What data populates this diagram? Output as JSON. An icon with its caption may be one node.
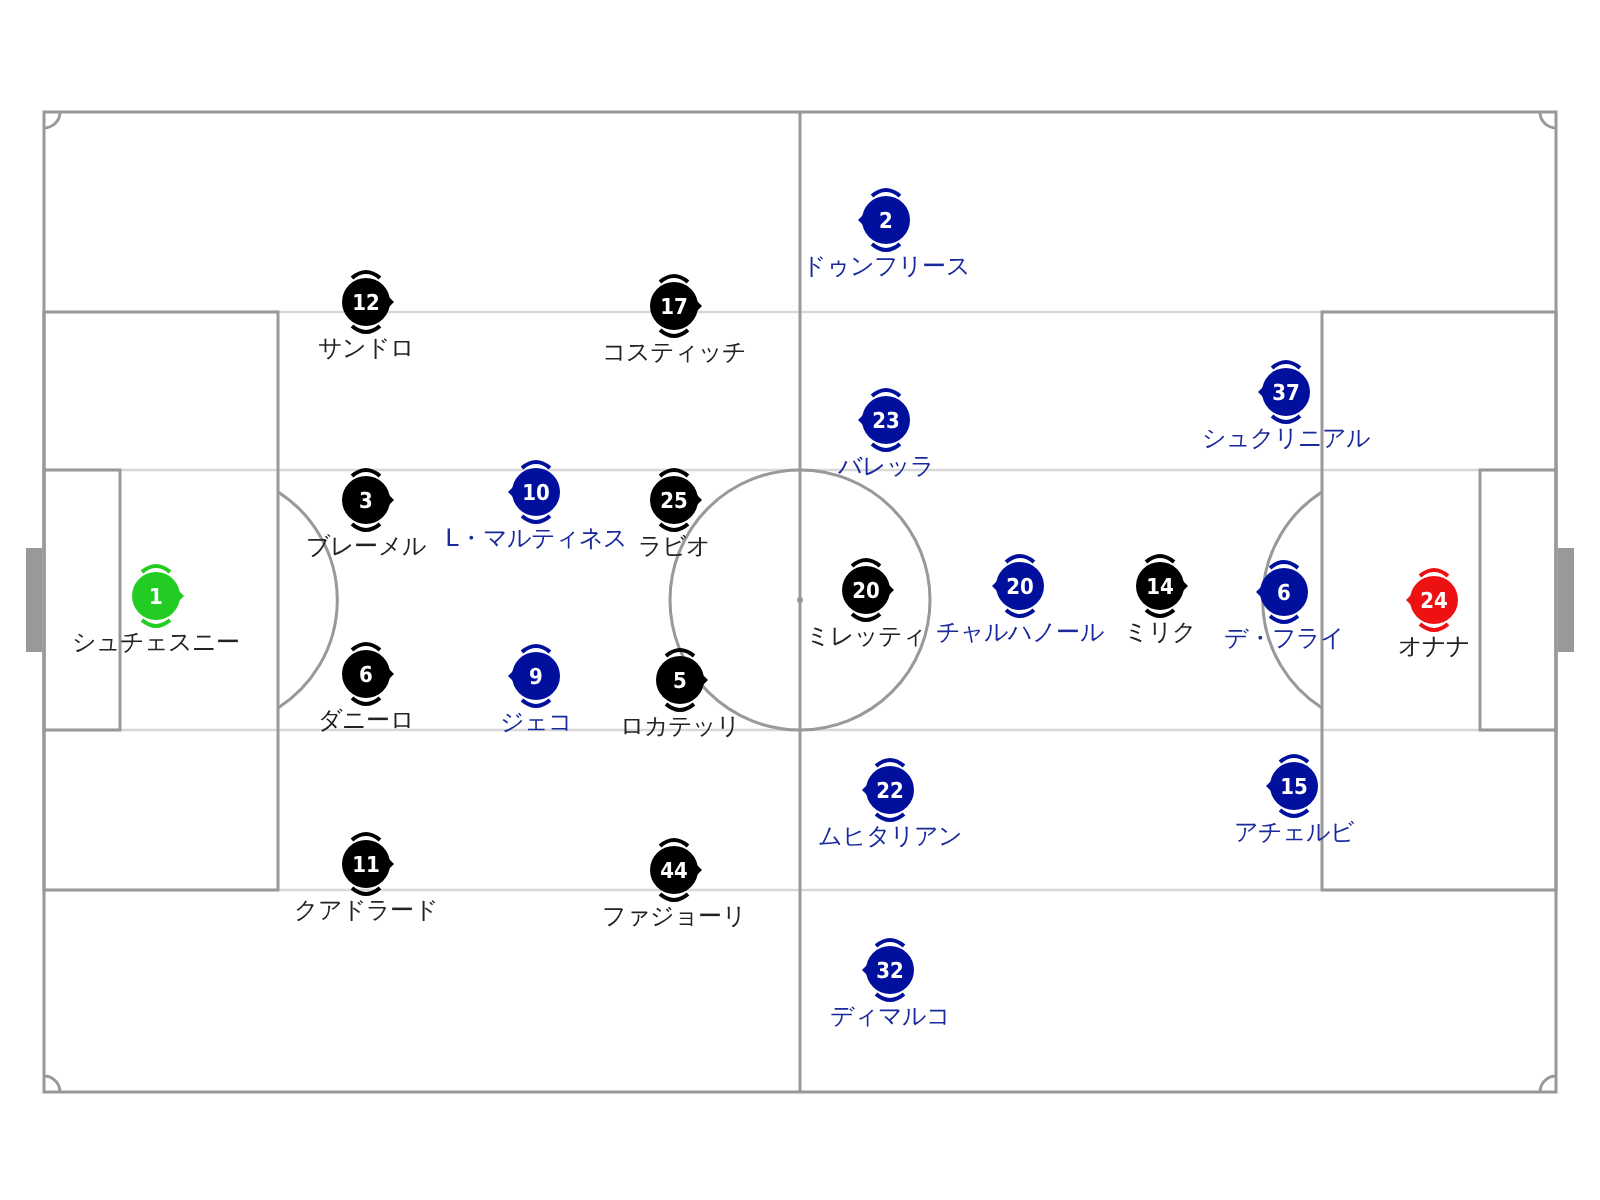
{
  "diagram": {
    "nodes": [
      {
        "text": [
          "1"
        ],
        "beside": [
          "シュチェスニー"
        ]
      },
      {
        "text": [
          "12"
        ],
        "beside": [
          "サンドロ"
        ]
      },
      {
        "text": [
          "3"
        ],
        "beside": [
          "ブレーメル"
        ]
      },
      {
        "text": [
          "6"
        ],
        "beside": [
          "ダニーロ"
        ]
      },
      {
        "text": [
          "11"
        ],
        "beside": [
          "クアドラード"
        ]
      },
      {
        "text": [
          "10"
        ],
        "beside": [
          "L・マルティネス"
        ]
      },
      {
        "text": [
          "9"
        ],
        "beside": [
          "ジェコ"
        ]
      },
      {
        "text": [
          "17"
        ],
        "beside": [
          "コスティッチ"
        ]
      },
      {
        "text": [
          "25"
        ],
        "beside": [
          "ラビオ"
        ]
      },
      {
        "text": [
          "5"
        ],
        "beside": [
          "ロカテッリ"
        ]
      },
      {
        "text": [
          "44"
        ],
        "beside": [
          "ファジョーリ"
        ]
      },
      {
        "text": [
          "2"
        ],
        "beside": [
          "ドゥンフリース"
        ]
      },
      {
        "text": [
          "23"
        ],
        "beside": [
          "バレッラ"
        ]
      },
      {
        "text": [
          "20"
        ],
        "beside": [
          "ミレッティ"
        ]
      },
      {
        "text": [
          "22"
        ],
        "beside": [
          "ムヒタリアン"
        ]
      },
      {
        "text": [
          "32"
        ],
        "beside": [
          "ディマルコ"
        ]
      },
      {
        "text": [
          "20"
        ],
        "beside": [
          "チャルハノール"
        ]
      },
      {
        "text": [
          "14"
        ],
        "beside": [
          "ミリク"
        ]
      },
      {
        "text": [
          "37"
        ],
        "beside": [
          "シュクリニアル"
        ]
      },
      {
        "text": [
          "6"
        ],
        "beside": [
          "デ・フライ"
        ]
      },
      {
        "text": [
          "15"
        ],
        "beside": [
          "アチェルビ"
        ]
      },
      {
        "text": [
          "24"
        ],
        "beside": [
          "オナナ"
        ]
      }
    ]
  }
}
